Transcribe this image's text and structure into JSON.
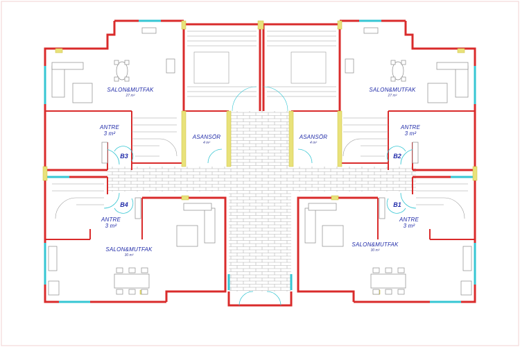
{
  "apartments": [
    {
      "id": "B3",
      "living_label": "SALON&MUTFAK",
      "living_area": "27 m²",
      "entry_label": "ANTRE",
      "entry_area": "3 m²"
    },
    {
      "id": "B2",
      "living_label": "SALON&MUTFAK",
      "living_area": "27 m²",
      "entry_label": "ANTRE",
      "entry_area": "3 m²"
    },
    {
      "id": "B4",
      "living_label": "SALON&MUTFAK",
      "living_area": "30 m²",
      "entry_label": "ANTRE",
      "entry_area": "3 m²"
    },
    {
      "id": "B1",
      "living_label": "SALON&MUTFAK",
      "living_area": "30 m²",
      "entry_label": "ANTRE",
      "entry_area": "3 m²"
    }
  ],
  "elevators": [
    {
      "label": "ASANSÖR",
      "area": "4 m²"
    },
    {
      "label": "ASANSÖR",
      "area": "4 m²"
    }
  ],
  "colors": {
    "wall": "#d92b2b",
    "window": "#36c6d3",
    "column": "#e9e27a",
    "text": "#1f2aa8",
    "furniture": "#8a8a8a",
    "paving": "#b0b0b0"
  }
}
